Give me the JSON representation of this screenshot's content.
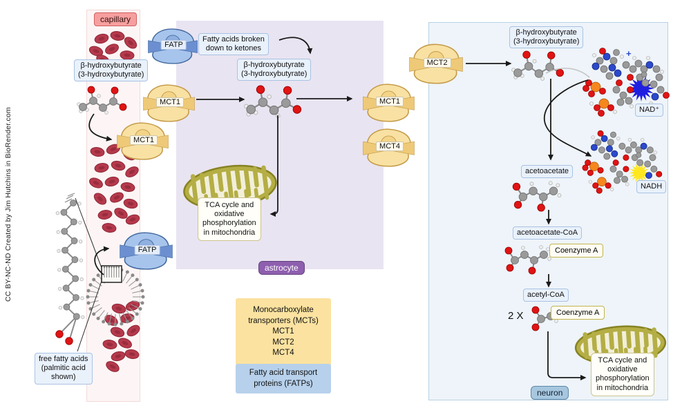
{
  "credit": "CC BY-NC-ND Created by Jim Hutchins in BioRender.com",
  "capillary": {
    "tag": "capillary",
    "bhb_label": [
      "β-hydroxybutyrate",
      "(3-hydroxybutyrate)"
    ],
    "free_fatty_acids": [
      "free fatty acids",
      "(palmitic acid",
      "shown)"
    ]
  },
  "astrocyte": {
    "tag": "astrocyte",
    "fatty_acids_note": [
      "Fatty acids broken",
      "down to ketones"
    ],
    "bhb_label": [
      "β-hydroxybutyrate",
      "(3-hydroxybutyrate)"
    ],
    "tca_note": [
      "TCA cycle and",
      "oxidative",
      "phosphorylation",
      "in mitochondria"
    ]
  },
  "neuron": {
    "tag": "neuron",
    "bhb_label": [
      "β-hydroxybutyrate",
      "(3-hydroxybutyrate)"
    ],
    "nad_plus": "NAD⁺",
    "nadh": "NADH",
    "acetoacetate": "acetoacetate",
    "acetoacetate_coa": "acetoacetate-CoA",
    "coenzyme_a": "Coenzyme A",
    "acetyl_coa": "acetyl-CoA",
    "multiplier": "2 X",
    "coenzyme_a_2": "Coenzyme A",
    "tca_note": [
      "TCA cycle and",
      "oxidative",
      "phosphorylation",
      "in mitochondria"
    ]
  },
  "transporters": {
    "fatp_capillary": "FATP",
    "mct1_capillary_upper": "MCT1",
    "mct1_capillary_lower": "MCT1",
    "mct1_astrocyte": "MCT1",
    "mct4_astrocyte": "MCT4",
    "mct2_neuron": "MCT2",
    "fatp_lower": "FATP"
  },
  "legend": {
    "mct_box": [
      "Monocarboxylate",
      "transporters (MCTs)",
      "MCT1",
      "MCT2",
      "MCT4"
    ],
    "fatp_box": [
      "Fatty acid transport",
      "proteins (FATPs)"
    ]
  },
  "icons": {
    "red-blood-cell": "red ellipse cell",
    "membrane-transporter": "channel blob with central pore",
    "mitochondria": "olive organelle with cristae",
    "micelle": "ring of lipid heads with inward tails",
    "fatty-acid-chain": "zigzag carbon chain with carboxyl head",
    "beta-hydroxybutyrate-molecule": "ball-and-stick, gray C / red O",
    "acetoacetate-molecule": "ball-and-stick, gray C / red O",
    "acetyl-molecule": "small ball-and-stick with two red O",
    "nad-molecule": "large ball-and-stick cluster with blue starburst",
    "nadh-molecule": "large ball-and-stick cluster with yellow starburst"
  },
  "colors": {
    "capillary_fill": "#fdf5f5",
    "capillary_label": "#f79f9f",
    "rbc": "#b5394b",
    "astrocyte_fill": "#e9e4f1",
    "astrocyte_label": "#8e5fae",
    "neuron_fill": "#eef4f9",
    "neuron_label": "#a7c7df",
    "mct_fill": "#f8e1a3",
    "mct_border": "#c49a48",
    "fatp_fill": "#a6c4ec",
    "fatp_border": "#44699f",
    "note_fill": "#e9f1fb",
    "note_border": "#a9c2e2",
    "coa_border": "#c3b34d",
    "tca_border": "#ccc48e",
    "legend_mct": "#fbe2a0",
    "legend_fatp": "#b7d1ec",
    "arrow": "#1a1a1a",
    "mito_outer": "#b4ae45",
    "mito_inner": "#f2efda",
    "starburst_blue": "#1f1fe0",
    "starburst_yellow": "#ffe720"
  }
}
